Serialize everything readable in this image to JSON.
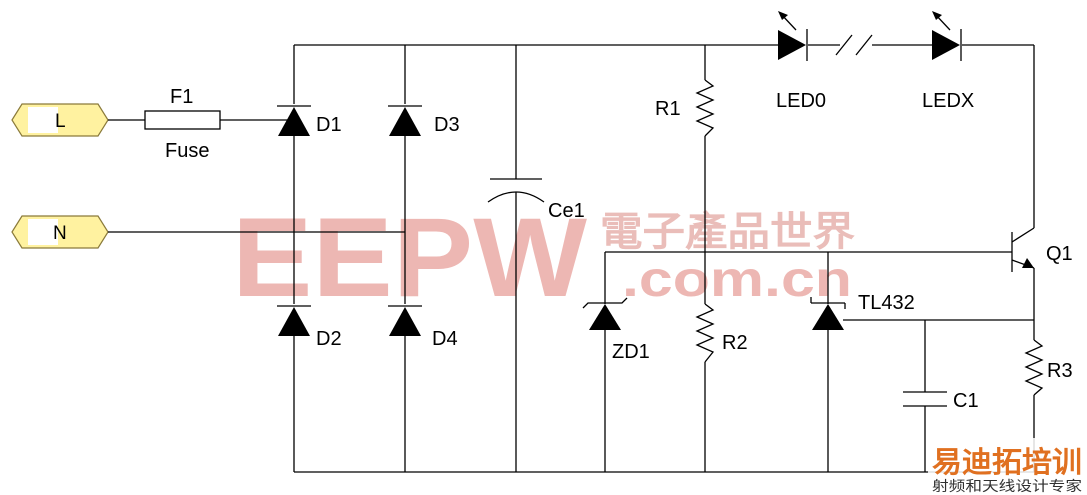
{
  "labels": {
    "port_l": "L",
    "port_n": "N",
    "fuse_ref": "F1",
    "fuse_name": "Fuse",
    "d1": "D1",
    "d2": "D2",
    "d3": "D3",
    "d4": "D4",
    "ce1": "Ce1",
    "r1": "R1",
    "r2": "R2",
    "r3": "R3",
    "zd1": "ZD1",
    "tl432": "TL432",
    "c1": "C1",
    "q1": "Q1",
    "led0": "LED0",
    "ledx": "LEDX"
  },
  "watermark": {
    "logo": "EEPW",
    "chinese": "電子產品世界",
    "domain": ".com.cn",
    "color": "#e8a09a"
  },
  "corner_brand": {
    "title": "易迪拓培训",
    "subtitle": "射频和天线设计专家",
    "title_color": "#e07020",
    "subtitle_color": "#303030"
  },
  "colors": {
    "wire": "#000000",
    "port_fill": "#fff2a0",
    "port_stroke": "#8a7a3a"
  }
}
